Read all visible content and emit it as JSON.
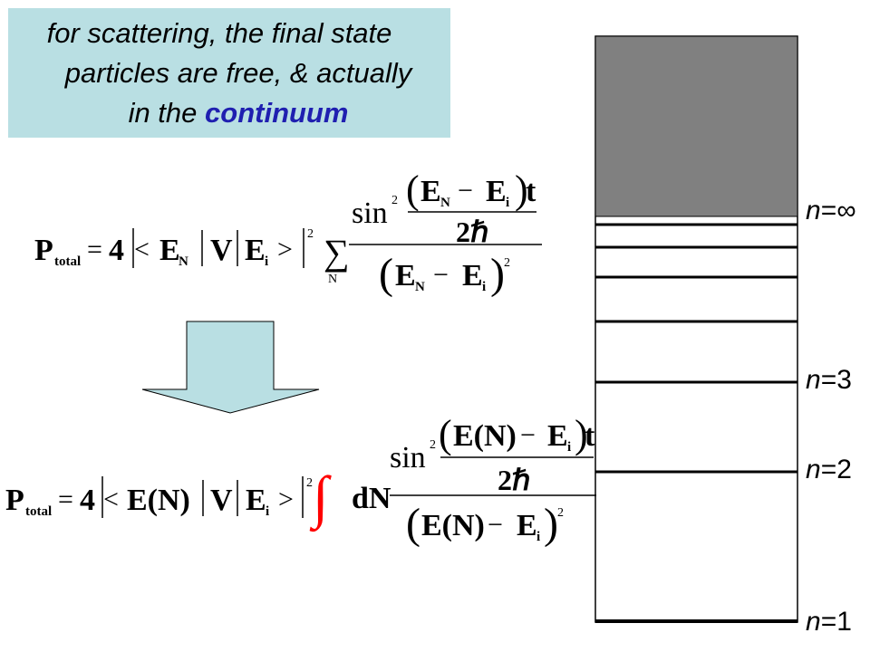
{
  "callout": {
    "line1": "for scattering, the final state",
    "line2": "particles are free, & actually",
    "line3_prefix": "in the ",
    "line3_keyword": "continuum",
    "keyword_color": "#1f1fb0",
    "background_color": "#b9dfe3"
  },
  "equation_discrete": {
    "lhs": "P",
    "lhs_subscript": "total",
    "equals": "=",
    "coefficient": "4",
    "bra": "E",
    "bra_subscript": "N",
    "operator": "V",
    "ket": "E",
    "ket_subscript": "i",
    "square": "2",
    "sum_symbol": "∑",
    "sum_index": "N",
    "sin_text": "sin",
    "sin_power": "2",
    "num_E1": "E",
    "num_E1_sub": "N",
    "minus": "−",
    "num_E2": "E",
    "num_E2_sub": "i",
    "time": "t",
    "two_hbar": "2ℏ",
    "den_E1": "E",
    "den_E1_sub": "N",
    "den_E2": "E",
    "den_E2_sub": "i",
    "den_power": "2"
  },
  "equation_continuum": {
    "lhs": "P",
    "lhs_subscript": "total",
    "equals": "=",
    "coefficient": "4",
    "bra": "E(N)",
    "operator": "V",
    "ket": "E",
    "ket_subscript": "i",
    "square": "2",
    "integral_symbol": "∫",
    "integral_color": "#ff0000",
    "measure": "dN",
    "sin_text": "sin",
    "sin_power": "2",
    "num_E1": "E(N)",
    "minus": "−",
    "num_E2": "E",
    "num_E2_sub": "i",
    "time": "t",
    "two_hbar": "2ℏ",
    "den_E1": "E(N)",
    "den_E2": "E",
    "den_E2_sub": "i",
    "den_power": "2"
  },
  "arrow": {
    "fill_color": "#b9dfe3"
  },
  "energy_levels": {
    "continuum_color": "#808080",
    "labels": {
      "infinity": "n=∞",
      "n3": "n=3",
      "n2": "n=2",
      "n1": "n=1"
    },
    "label_var": "n",
    "label_values": {
      "infinity": "∞",
      "n3": "3",
      "n2": "2",
      "n1": "1"
    }
  }
}
